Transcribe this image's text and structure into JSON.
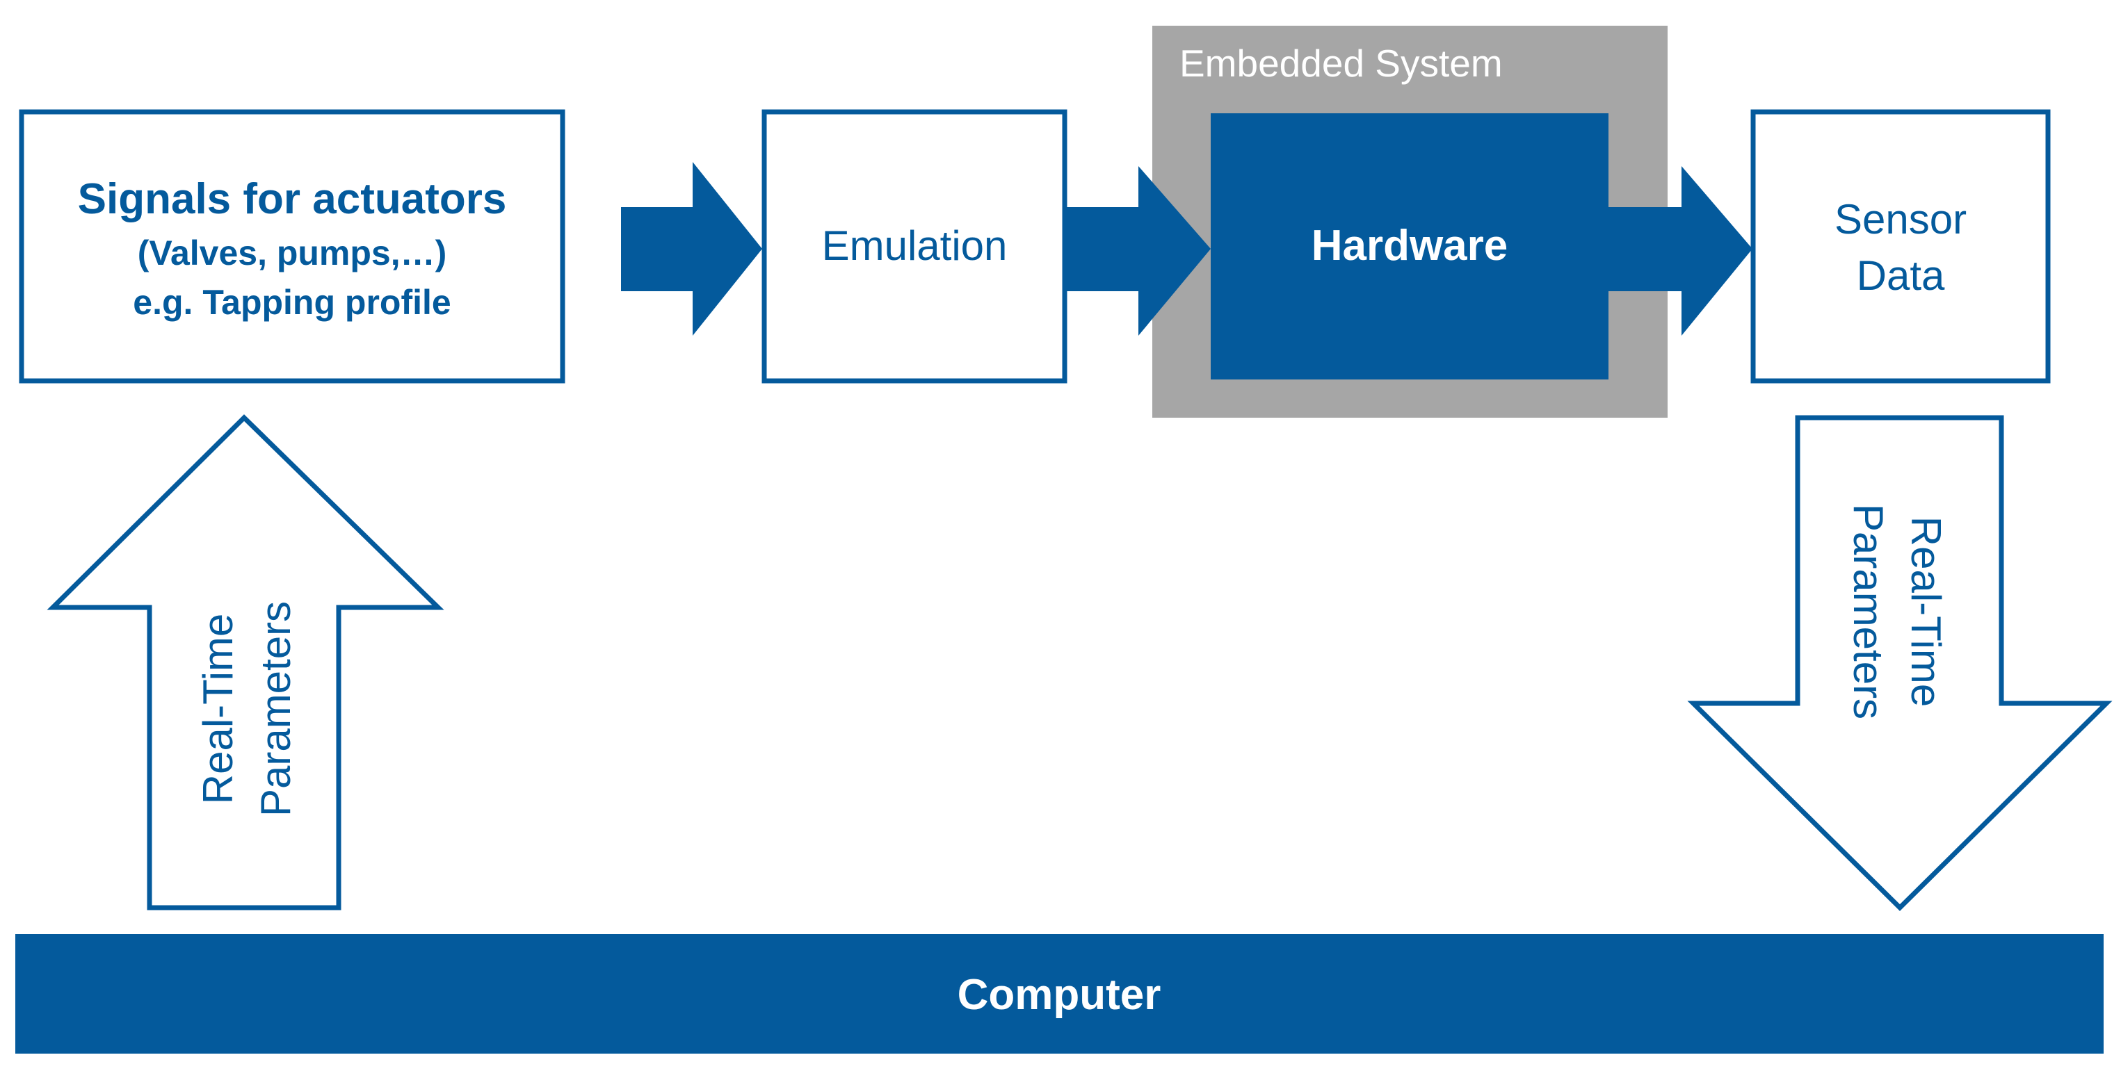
{
  "colors": {
    "primary": "#045A9C",
    "embedded_frame": "#A6A6A6",
    "background": "#FFFFFF",
    "white": "#FFFFFF"
  },
  "signals": {
    "title": "Signals for actuators",
    "line2": "(Valves, pumps,…)",
    "line3": "e.g. Tapping profile"
  },
  "emulation": {
    "label": "Emulation"
  },
  "embedded_system": {
    "label": "Embedded  System"
  },
  "hardware": {
    "label": "Hardware"
  },
  "sensor": {
    "line1": "Sensor",
    "line2": "Data"
  },
  "left_arrow": {
    "line1": "Real-Time",
    "line2": "Parameters"
  },
  "right_arrow": {
    "line1": "Real-Time",
    "line2": "Parameters"
  },
  "computer": {
    "label": "Computer"
  }
}
